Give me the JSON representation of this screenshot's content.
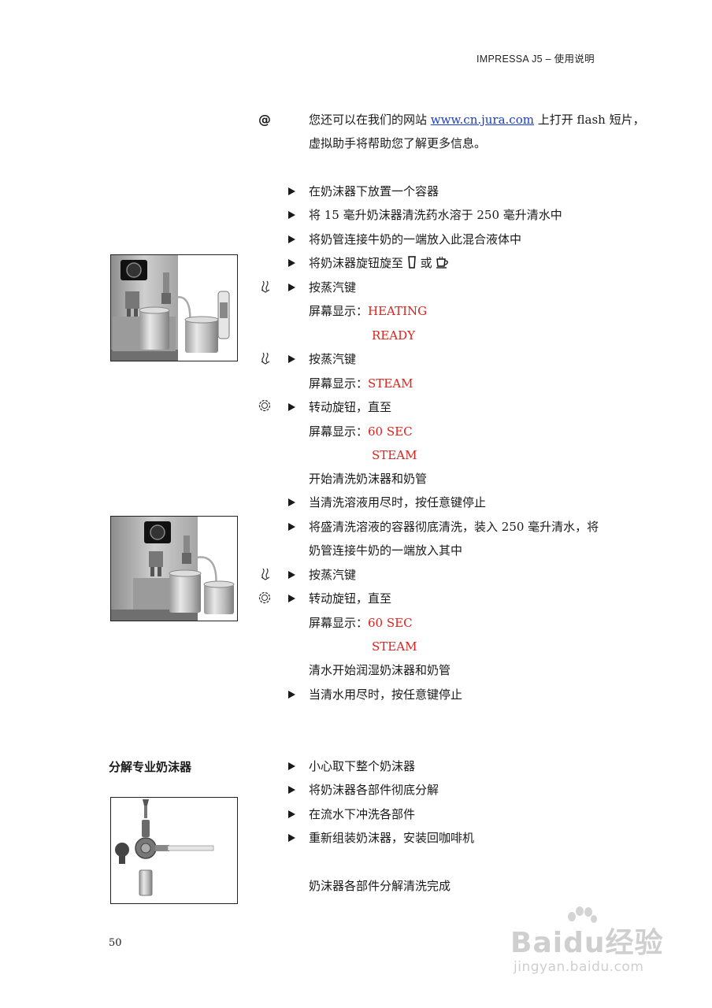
{
  "header": {
    "title": "IMPRESSA J5 – 使用说明"
  },
  "intro": {
    "at_symbol": "@",
    "line1_prefix": "您还可以在我们的网站 ",
    "link_text": "www.cn.jura.com",
    "line1_suffix": " 上打开 flash 短片，",
    "line2": "虚拟助手将帮助您了解更多信息。"
  },
  "steps": {
    "s1": "在奶沫器下放置一个容器",
    "s2": "将 15 毫升奶沫器清洗药水溶于 250 毫升清水中",
    "s3": "将奶管连接牛奶的一端放入此混合液体中",
    "s4_prefix": "将奶沫器旋钮旋至",
    "s4_or": "或",
    "s5": "按蒸汽键",
    "display_label": "屏幕显示：",
    "heating": "HEATING",
    "ready": "READY",
    "s6": "按蒸汽键",
    "steam": "STEAM",
    "s7": "转动旋钮，直至",
    "sec60": "60 SEC",
    "s8_note": "开始清洗奶沫器和奶管",
    "s9": "当清洗溶液用尽时，按任意键停止",
    "s10a": "将盛清洗溶液的容器彻底清洗，装入 250 毫升清水，将",
    "s10b": "奶管连接牛奶的一端放入其中",
    "s11": "按蒸汽键",
    "s12": "转动旋钮，直至",
    "s13_note": "清水开始润湿奶沫器和奶管",
    "s14": "当清水用尽时，按任意键停止"
  },
  "disassembly": {
    "title": "分解专业奶沫器",
    "d1": "小心取下整个奶沫器",
    "d2": "将奶沫器各部件彻底分解",
    "d3": "在流水下冲洗各部件",
    "d4": "重新组装奶沫器，安装回咖啡机",
    "done": "奶沫器各部件分解清洗完成"
  },
  "page_number": "50",
  "watermark": {
    "main": "Baidu经验",
    "sub": "jingyan.baidu.com"
  },
  "icons": [
    "at-icon",
    "steam-key-icon",
    "rotary-knob-icon",
    "glass-icon",
    "cup-icon"
  ]
}
